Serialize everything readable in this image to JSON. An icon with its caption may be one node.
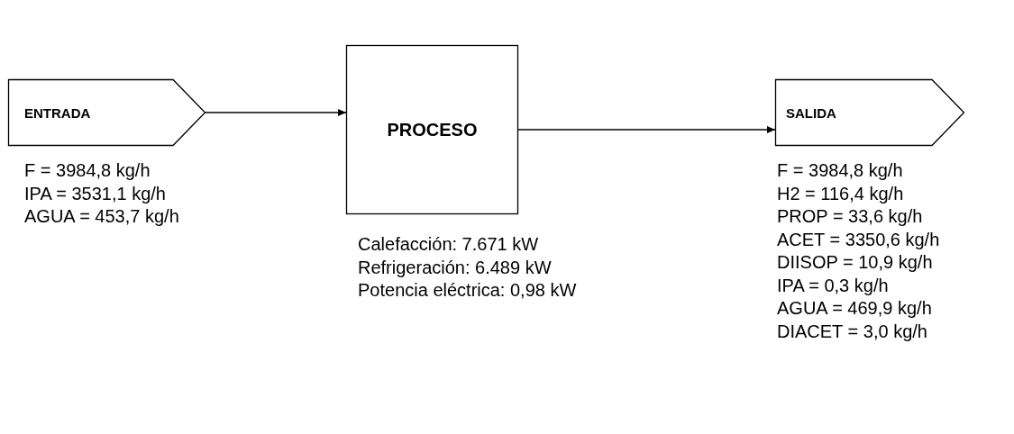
{
  "diagram": {
    "nodes": [
      {
        "text": [
          "ENTRADA"
        ],
        "beside": [
          "F = 3984,8 kg/h",
          "IPA = 3531,1 kg/h",
          "AGUA = 453,7 kg/h"
        ]
      },
      {
        "text": [
          "PROCESO"
        ],
        "beside": [
          "Calefacción: 7.671 kW",
          "Refrigeración: 6.489 kW",
          "Potencia eléctrica: 0,98 kW"
        ]
      },
      {
        "text": [
          "SALIDA"
        ],
        "beside": [
          "F = 3984,8 kg/h",
          "H2 = 116,4 kg/h",
          "PROP = 33,6 kg/h",
          "ACET = 3350,6 kg/h",
          "DIISOP = 10,9 kg/h",
          "IPA = 0,3 kg/h",
          "AGUA = 469,9 kg/h",
          "DIACET = 3,0 kg/h"
        ]
      }
    ],
    "edges": [
      {
        "from": 0,
        "to": 1,
        "arrow": "to"
      },
      {
        "from": 1,
        "to": 2,
        "arrow": "to"
      }
    ]
  }
}
